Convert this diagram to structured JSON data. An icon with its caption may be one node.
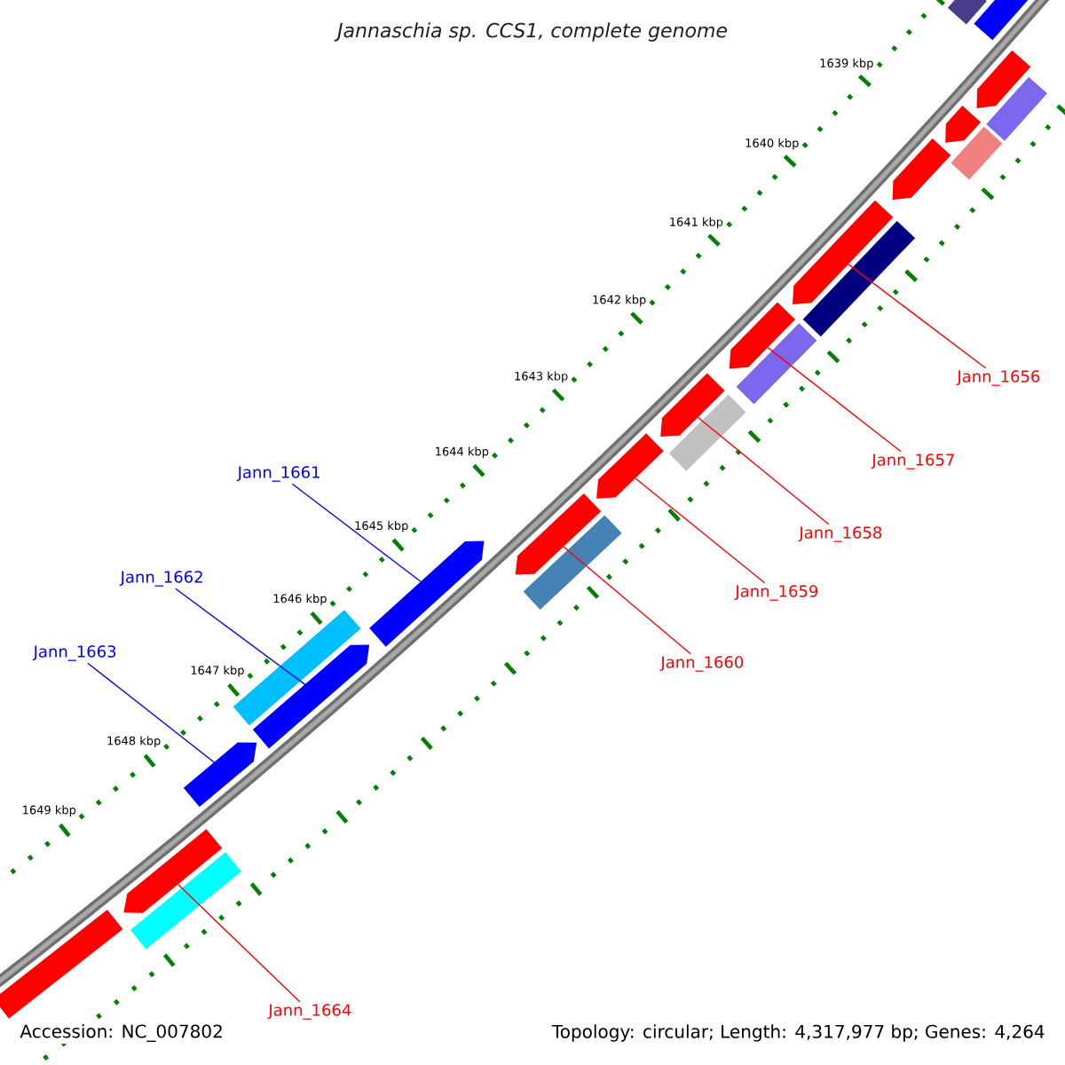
{
  "diagram": {
    "title": "Jannaschia sp. CCS1, complete genome",
    "nodes": [
      {
        "text": [
          "Jann_1656"
        ]
      },
      {
        "text": [
          "Jann_1657"
        ]
      },
      {
        "text": [
          "Jann_1658"
        ]
      },
      {
        "text": [
          "Jann_1659"
        ]
      },
      {
        "text": [
          "Jann_1660"
        ]
      },
      {
        "text": [
          "Jann_1661"
        ]
      },
      {
        "text": [
          "Jann_1662"
        ]
      },
      {
        "text": [
          "Jann_1663"
        ]
      },
      {
        "text": [
          "Jann_1664"
        ]
      },
      {
        "text": [],
        "shape": "bar"
      },
      {
        "text": [],
        "shape": "bar"
      },
      {
        "text": [],
        "shape": "arrow"
      },
      {
        "text": [],
        "shape": "bar"
      },
      {
        "text": [],
        "shape": "arrow"
      },
      {
        "text": [],
        "shape": "bar"
      },
      {
        "text": [],
        "shape": "arrow"
      },
      {
        "text": [],
        "shape": "arrow"
      },
      {
        "text": [],
        "shape": "bar"
      },
      {
        "text": [],
        "shape": "arrow"
      },
      {
        "text": [],
        "shape": "bar"
      },
      {
        "text": [],
        "shape": "arrow"
      },
      {
        "text": [],
        "shape": "bar"
      },
      {
        "text": [],
        "shape": "arrow"
      },
      {
        "text": [],
        "shape": "arrow"
      },
      {
        "text": [],
        "shape": "bar"
      },
      {
        "text": [],
        "shape": "arrow"
      },
      {
        "text": [],
        "shape": "bar"
      },
      {
        "text": [],
        "shape": "arrow"
      },
      {
        "text": [],
        "shape": "arrow"
      },
      {
        "text": [],
        "shape": "arrow"
      },
      {
        "text": [],
        "shape": "bar"
      },
      {
        "text": [],
        "shape": "bar"
      }
    ],
    "edges": [
      {
        "from": 0,
        "to": 16,
        "arrow": "none"
      },
      {
        "from": 1,
        "to": 18,
        "arrow": "none"
      },
      {
        "from": 2,
        "to": 20,
        "arrow": "none"
      },
      {
        "from": 3,
        "to": 22,
        "arrow": "none"
      },
      {
        "from": 4,
        "to": 23,
        "arrow": "none"
      },
      {
        "from": 5,
        "to": 25,
        "arrow": "none",
        "color": "#0000ff"
      },
      {
        "from": 6,
        "to": 27,
        "arrow": "none",
        "color": "#0000ff"
      },
      {
        "from": 7,
        "to": 28,
        "arrow": "none",
        "color": "#0000ff"
      },
      {
        "from": 8,
        "to": 29,
        "arrow": "none"
      }
    ],
    "labels": [
      "1639 kbp",
      "1640 kbp",
      "1641 kbp",
      "1642 kbp",
      "1643 kbp",
      "1644 kbp",
      "1645 kbp",
      "1646 kbp",
      "1647 kbp",
      "1648 kbp",
      "1649 kbp",
      "Accession: NC_007802",
      "Topology: circular; Length: 4,317,977 bp; Genes: 4,264"
    ]
  }
}
